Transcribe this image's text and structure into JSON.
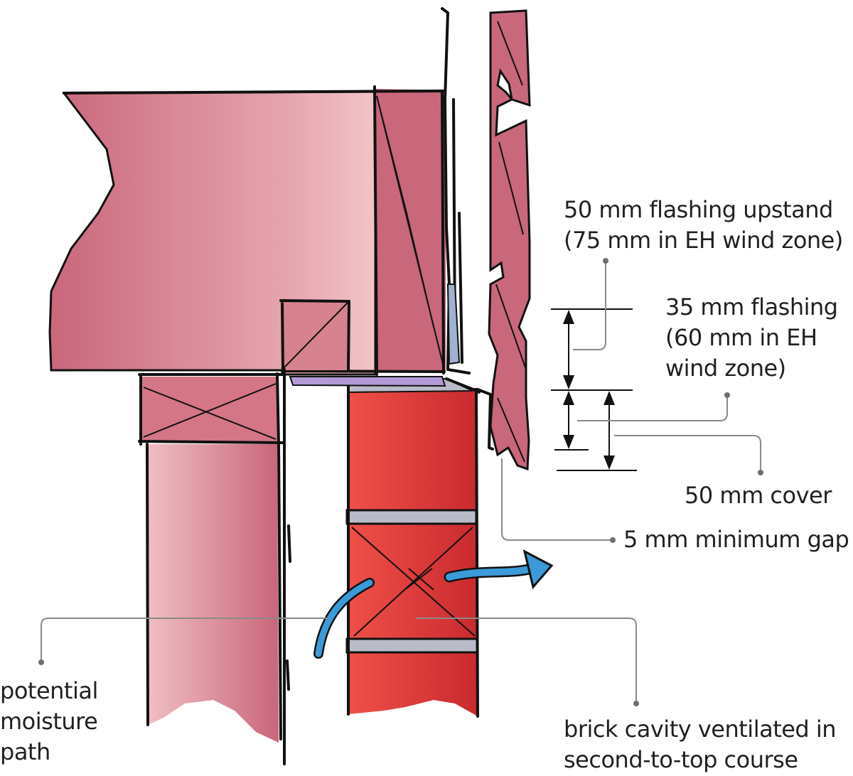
{
  "labels": {
    "flashing_upstand": [
      "50 mm flashing upstand",
      "(75 mm in EH wind zone)"
    ],
    "flashing": [
      "35 mm flashing",
      "(60 mm in EH",
      "wind zone)"
    ],
    "cover": "50 mm cover",
    "gap": "5 mm minimum gap",
    "moisture_path": [
      "potential",
      "moisture",
      "path"
    ],
    "brick_cavity": [
      "brick cavity ventilated in",
      "second-to-top course"
    ]
  },
  "colors": {
    "timber_dark": "#c8687c",
    "timber_light": "#f0bcc0",
    "brick": "#d93a37",
    "brick_light": "#e94b45",
    "mortar": "#b9bcc8",
    "flashing": "#b39ad6",
    "arrow_blue": "#3b9ad8",
    "leader": "#8a8a8a"
  }
}
